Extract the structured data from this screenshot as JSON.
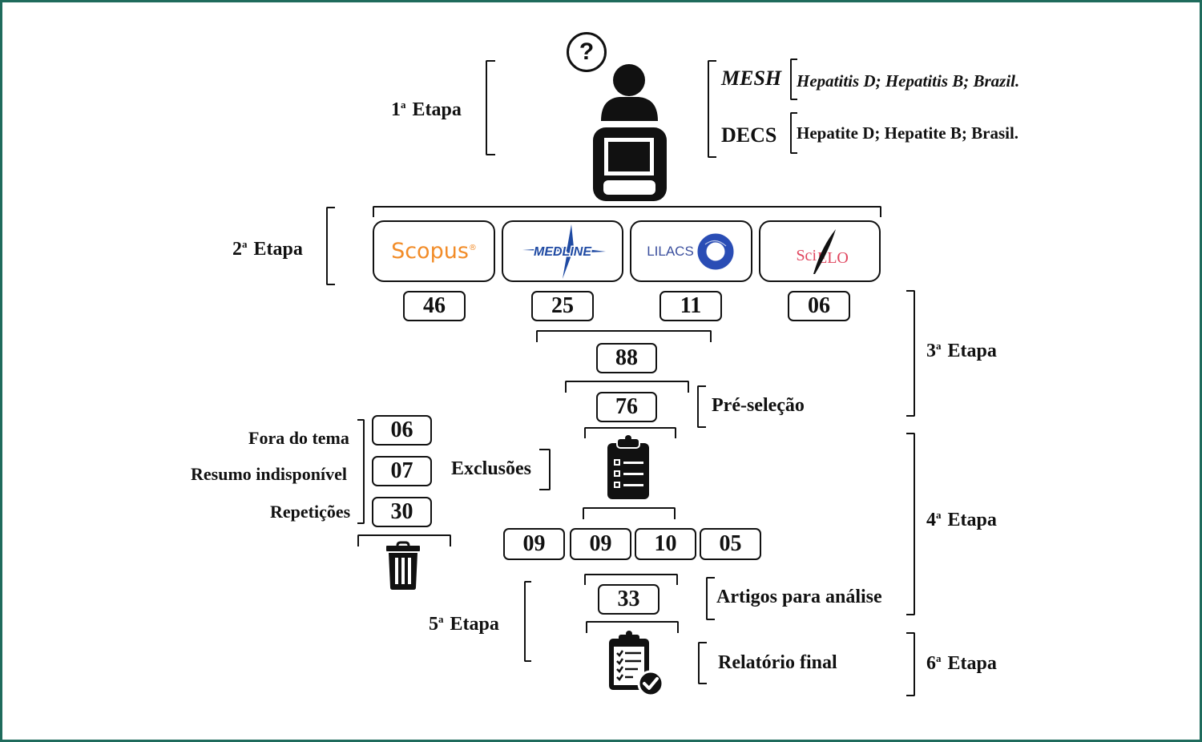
{
  "stages": {
    "s1": {
      "num": "1",
      "sup": "a",
      "word": "Etapa"
    },
    "s2": {
      "num": "2",
      "sup": "a",
      "word": "Etapa"
    },
    "s3": {
      "num": "3",
      "sup": "a",
      "word": "Etapa"
    },
    "s4": {
      "num": "4",
      "sup": "a",
      "word": "Etapa"
    },
    "s5": {
      "num": "5",
      "sup": "a",
      "word": "Etapa"
    },
    "s6": {
      "num": "6",
      "sup": "a",
      "word": "Etapa"
    }
  },
  "descriptors": {
    "mesh": {
      "label": "MESH",
      "terms": "Hepatitis D; Hepatitis B; Brazil."
    },
    "decs": {
      "label": "DECS",
      "terms": "Hepatite D; Hepatite B; Brasil."
    }
  },
  "icons": {
    "question": "?",
    "researcher": "person-at-computer-icon",
    "exclusion_list": "clipboard-checklist-icon",
    "trash": "trash-icon",
    "final_report": "clipboard-check-icon"
  },
  "databases": [
    {
      "name": "Scopus",
      "mark": "®",
      "count": "46",
      "color": "#f28c28"
    },
    {
      "name": "MEDLINE",
      "count": "25",
      "color": "#1f4aa3"
    },
    {
      "name": "LILACS",
      "count": "11",
      "color": "#2a4db5"
    },
    {
      "name_a": "Sci",
      "name_b": "ELO",
      "count": "06",
      "color": "#e0455e"
    }
  ],
  "totals": {
    "identified": "88",
    "preselection": "76",
    "preselection_label": "Pré-seleção"
  },
  "exclusions": {
    "label": "Exclusões",
    "items": [
      {
        "reason": "Fora do tema",
        "count": "06"
      },
      {
        "reason": "Resumo indisponível",
        "count": "07"
      },
      {
        "reason": "Repetições",
        "count": "30"
      }
    ]
  },
  "split_counts": [
    "09",
    "09",
    "10",
    "05"
  ],
  "analysis": {
    "count": "33",
    "label": "Artigos para análise"
  },
  "final": {
    "label": "Relatório final"
  }
}
